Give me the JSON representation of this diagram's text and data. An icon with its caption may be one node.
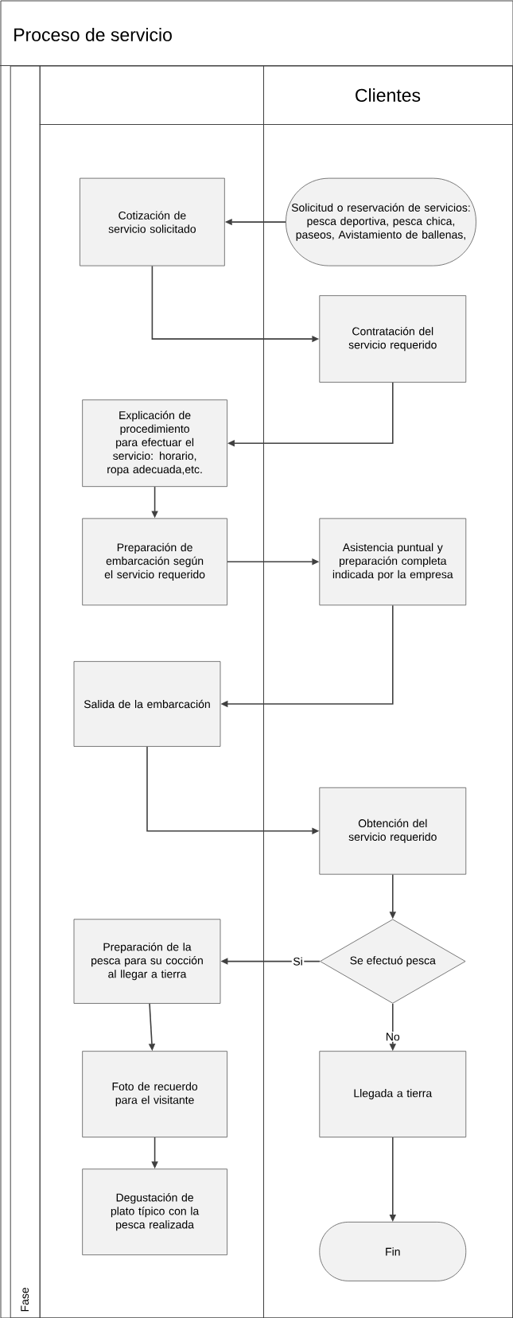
{
  "diagram": {
    "nodes": [
      {
        "text": [
          "Proceso de servicio"
        ]
      },
      {
        "text": [],
        "shape": "box",
        "in": 0
      },
      {
        "text": [
          "Clientes"
        ],
        "in": 0
      },
      {
        "text": [
          "Cotización de servicio solicitado"
        ],
        "in": 1
      },
      {
        "text": [
          "Solicitud o reservación de servicios: pesca deportiva, pesca chica, paseos, Avistamiento de ballenas,"
        ],
        "in": 2
      },
      {
        "text": [
          "Contratación del servicio requerido"
        ],
        "in": 2
      },
      {
        "text": [
          "Explicación de procedimiento para efectuar el servicio: horario, ropa adecuada,etc."
        ],
        "in": 1
      },
      {
        "text": [
          "Preparación de embarcación según el servicio requerido"
        ],
        "in": 1
      },
      {
        "text": [
          "Asistencia puntual y preparación completa indicada por la empresa"
        ],
        "in": 2
      },
      {
        "text": [
          "Salida de la embarcación"
        ],
        "in": 1
      },
      {
        "text": [
          "Obtención del servicio requerido"
        ],
        "in": 2
      },
      {
        "text": [
          "Se efectuó pesca"
        ],
        "in": 2
      },
      {
        "text": [
          "Preparación de la pesca para su cocción al llegar a tierra"
        ],
        "in": 1
      },
      {
        "text": [
          "Llegada a tierra"
        ],
        "in": 2
      },
      {
        "text": [
          "Foto de recuerdo para el visitante"
        ],
        "in": 1
      },
      {
        "text": [
          "Degustación de plato típico con la pesca realizada"
        ],
        "in": 1
      },
      {
        "text": [
          "Fin"
        ],
        "in": 2
      },
      {
        "text": [
          "Fase"
        ],
        "in": 0
      }
    ],
    "edges": [
      {
        "from": 4,
        "to": 3,
        "arrow": "to"
      },
      {
        "from": 3,
        "to": 5,
        "arrow": "to"
      },
      {
        "from": 5,
        "to": 6,
        "arrow": "to"
      },
      {
        "from": 6,
        "to": 7,
        "arrow": "to"
      },
      {
        "from": 7,
        "to": 8,
        "arrow": "to"
      },
      {
        "from": 8,
        "to": 9,
        "arrow": "to"
      },
      {
        "from": 9,
        "to": 10,
        "arrow": "to"
      },
      {
        "from": 10,
        "to": 11,
        "arrow": "to"
      },
      {
        "from": 11,
        "to": 12,
        "arrow": "to",
        "label": "Si"
      },
      {
        "from": 11,
        "to": 13,
        "arrow": "to",
        "label": "No"
      },
      {
        "from": 12,
        "to": 14,
        "arrow": "to"
      },
      {
        "from": 14,
        "to": 15,
        "arrow": "to"
      },
      {
        "from": 13,
        "to": 16,
        "arrow": "to"
      }
    ]
  }
}
